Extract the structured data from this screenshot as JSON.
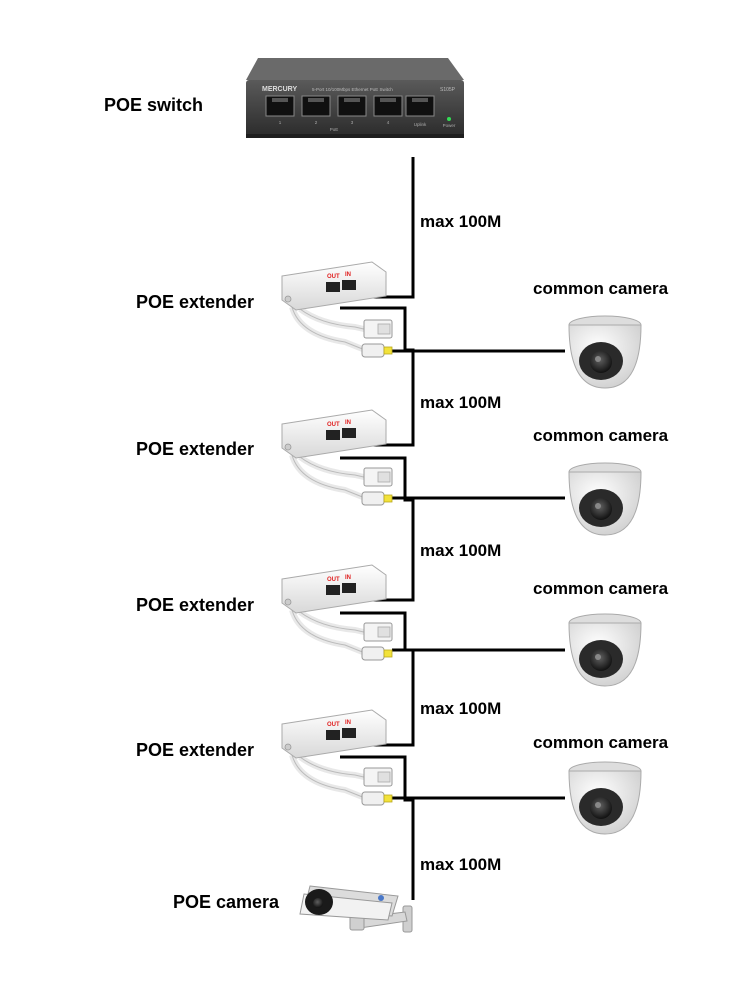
{
  "switch": {
    "label": "POE switch",
    "brand": "MERCURY",
    "description": "5-Port 10/100Mbps Ethernet PoE Switch",
    "model": "S105P",
    "port_labels": [
      "1",
      "2",
      "3",
      "4"
    ],
    "poe_label": "PoE",
    "uplink_label": "Uplink",
    "power_label": "Power"
  },
  "segments": [
    {
      "label": "max 100M"
    },
    {
      "label": "max 100M"
    },
    {
      "label": "max 100M"
    },
    {
      "label": "max 100M"
    },
    {
      "label": "max 100M"
    }
  ],
  "extenders": [
    {
      "label": "POE extender",
      "out_label": "OUT",
      "in_label": "IN",
      "camera_label": "common camera"
    },
    {
      "label": "POE extender",
      "out_label": "OUT",
      "in_label": "IN",
      "camera_label": "common camera"
    },
    {
      "label": "POE extender",
      "out_label": "OUT",
      "in_label": "IN",
      "camera_label": "common camera"
    },
    {
      "label": "POE extender",
      "out_label": "OUT",
      "in_label": "IN",
      "camera_label": "common camera"
    }
  ],
  "end_camera": {
    "label": "POE camera"
  },
  "colors": {
    "line": "#000000",
    "switch_body": "#3a3a3a",
    "port_red": "#e02020",
    "led_green": "#33dd55"
  }
}
